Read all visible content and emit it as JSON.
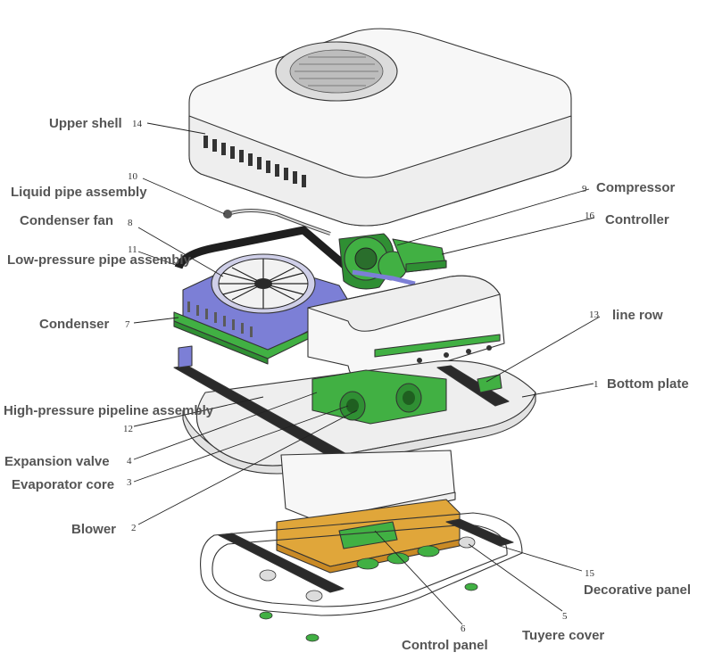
{
  "labels": {
    "upper_shell": "Upper shell",
    "liquid_pipe": "Liquid pipe assembly",
    "condenser_fan": "Condenser fan",
    "low_pressure_pipe": "Low-pressure pipe assembly",
    "condenser": "Condenser",
    "high_pressure_pipe": "High-pressure pipeline assembly",
    "expansion_valve": "Expansion valve",
    "evaporator_core": "Evaporator core",
    "blower": "Blower",
    "compressor": "Compressor",
    "controller": "Controller",
    "line_row": "line row",
    "bottom_plate": "Bottom plate",
    "decorative_panel": "Decorative panel",
    "tuyere_cover": "Tuyere cover",
    "control_panel": "Control panel"
  },
  "numbers": {
    "upper_shell": "14",
    "liquid_pipe": "10",
    "condenser_fan": "8",
    "low_pressure_pipe": "11",
    "condenser": "7",
    "high_pressure_pipe": "12",
    "expansion_valve": "4",
    "evaporator_core": "3",
    "blower": "2",
    "compressor": "9",
    "controller": "16",
    "line_row": "13",
    "bottom_plate": "1",
    "decorative_panel": "15",
    "tuyere_cover": "5",
    "control_panel": "6"
  },
  "colors": {
    "green_parts": "#41b043",
    "condenser_blue": "#7c7fd6",
    "control_panel_orange": "#e0a63a",
    "label_text": "#555555"
  }
}
